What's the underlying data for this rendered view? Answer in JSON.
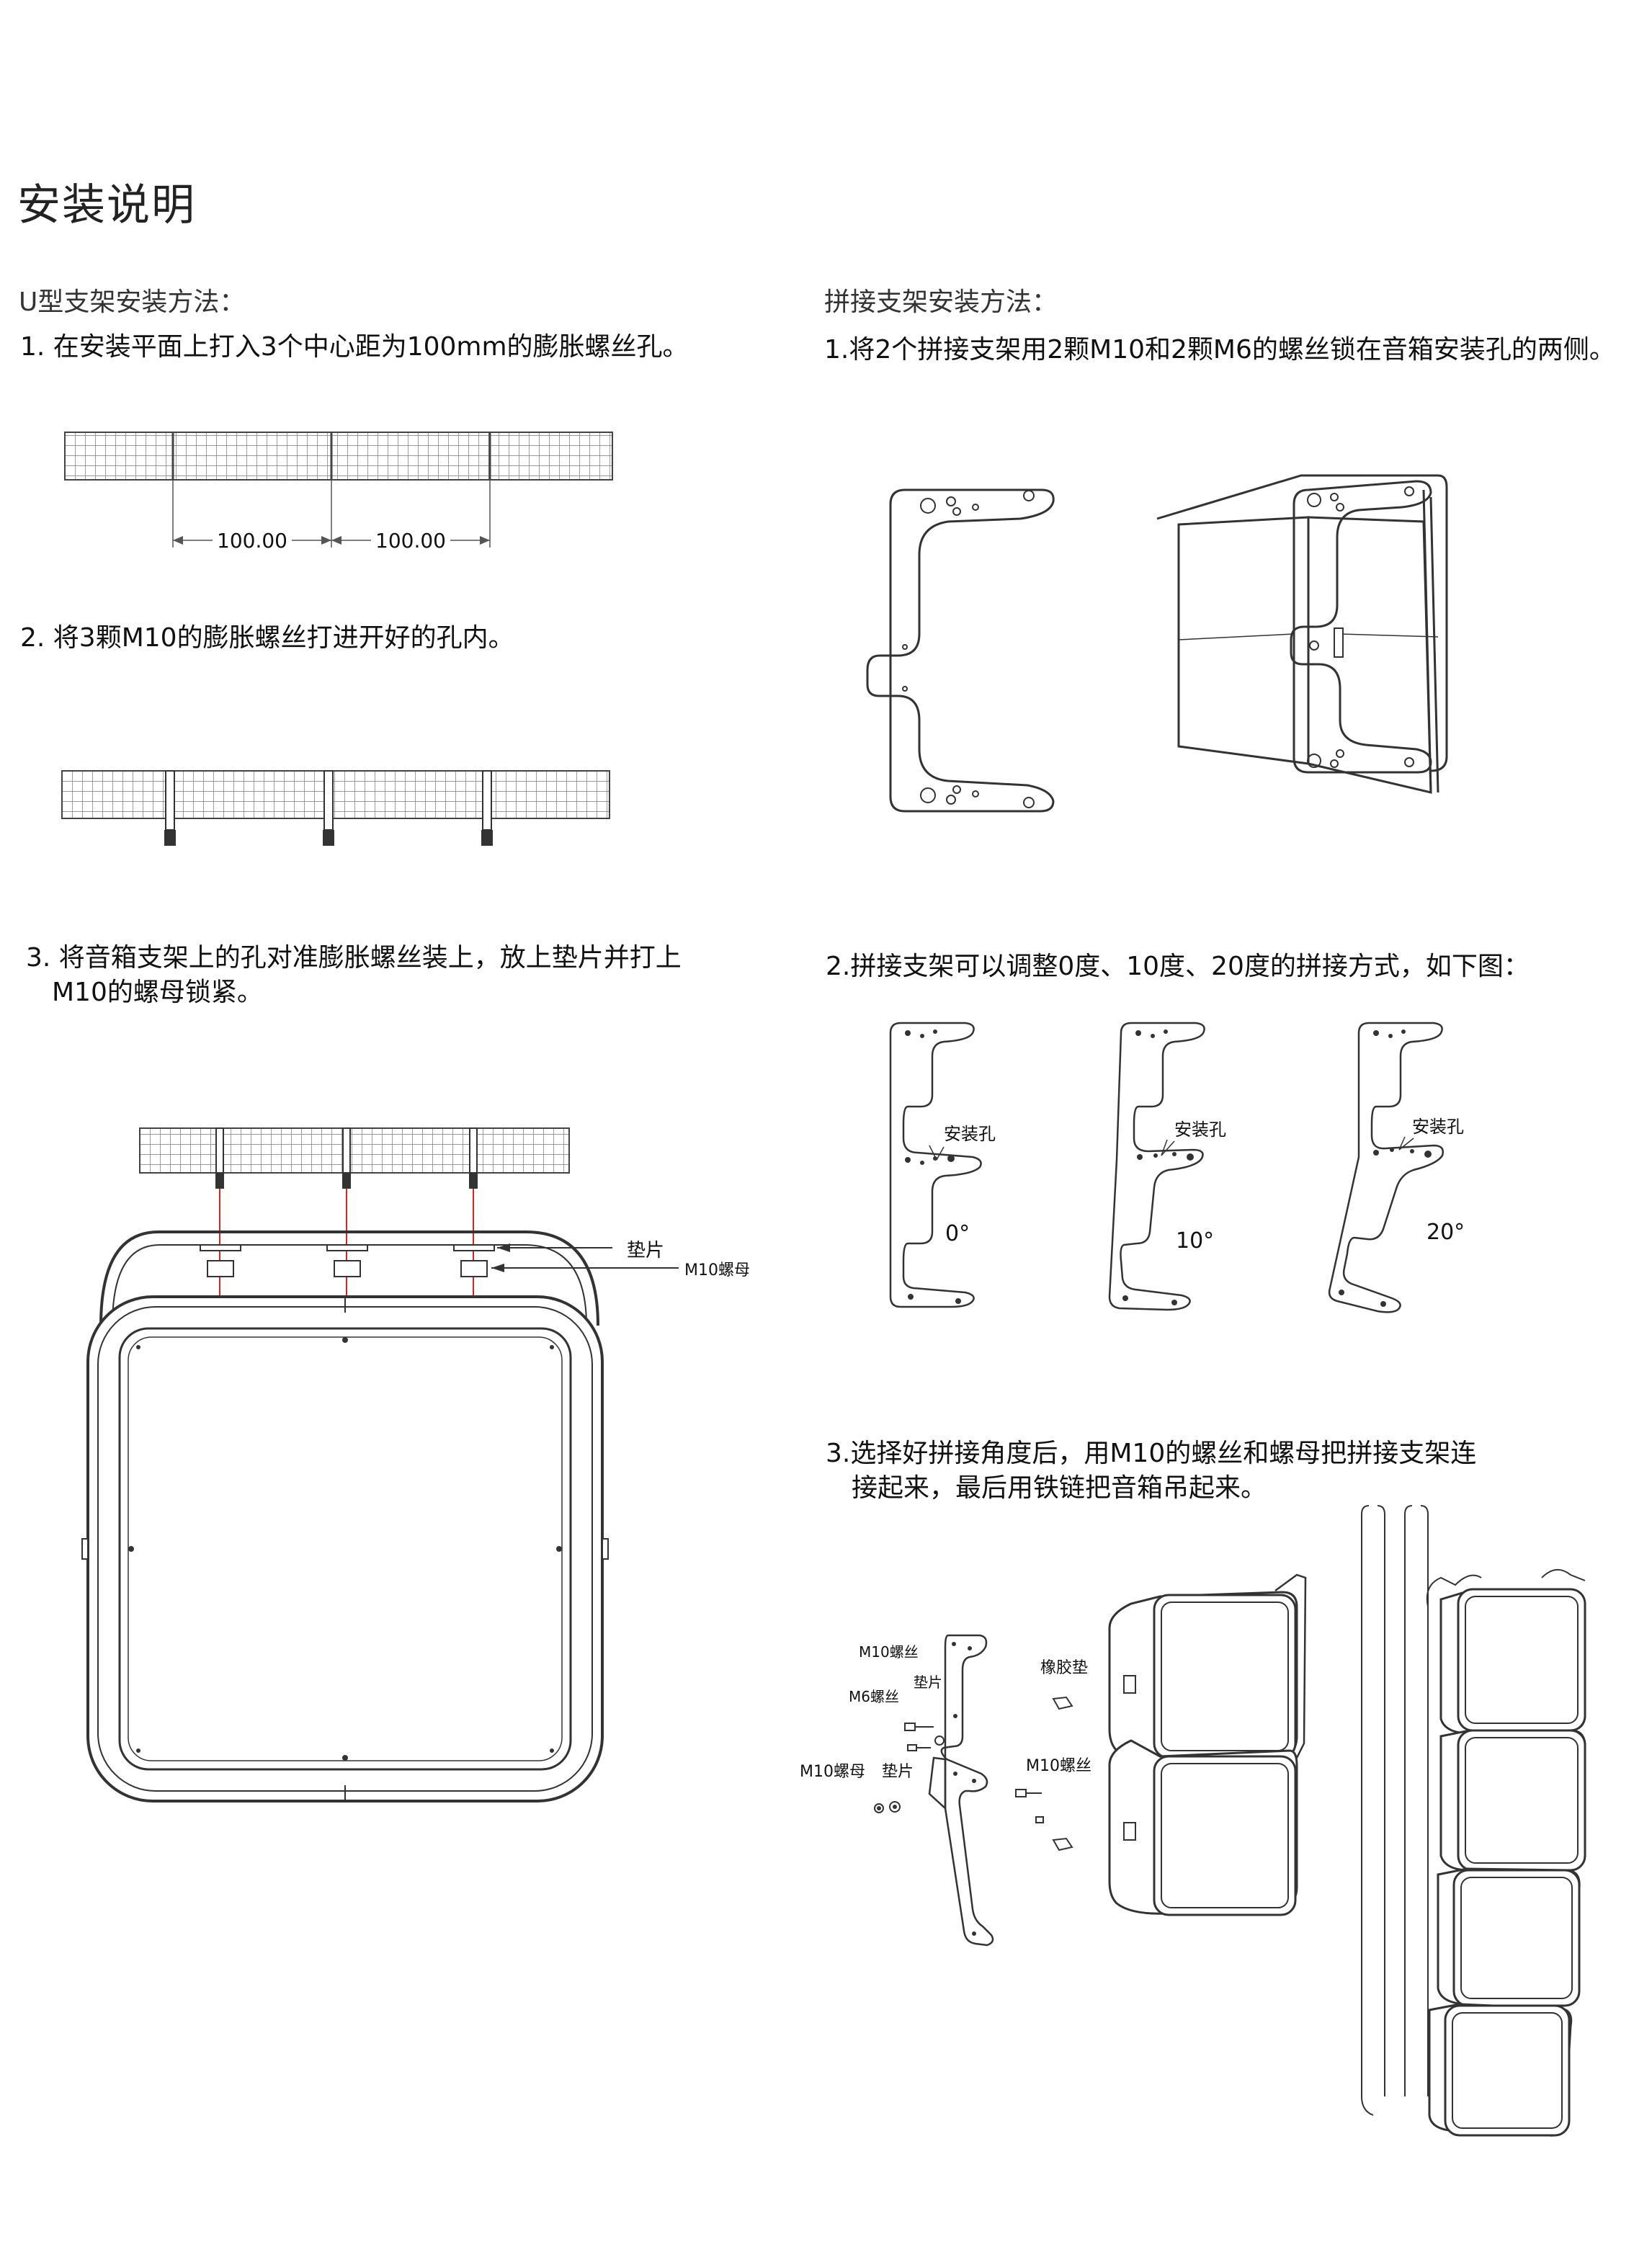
{
  "title": "安装说明",
  "left": {
    "heading": "U型支架安装方法：",
    "step1": "1. 在安装平面上打入3个中心距为100mm的膨胀螺丝孔。",
    "dim1": "100.00",
    "dim2": "100.00",
    "step2": "2. 将3颗M10的膨胀螺丝打进开好的孔内。",
    "step3_line1": "3. 将音箱支架上的孔对准膨胀螺丝装上，放上垫片并打上",
    "step3_line2": "M10的螺母锁紧。",
    "label_washer": "垫片",
    "label_nut": "M10螺母"
  },
  "right": {
    "heading": "拼接支架安装方法：",
    "step1": "1.将2个拼接支架用2颗M10和2颗M6的螺丝锁在音箱安装孔的两侧。",
    "step2": "2.拼接支架可以调整0度、10度、20度的拼接方式，如下图：",
    "hole_label_1": "安装孔",
    "hole_label_2": "安装孔",
    "hole_label_3": "安装孔",
    "angle_0": "0°",
    "angle_10": "10°",
    "angle_20": "20°",
    "step3_line1": "3.选择好拼接角度后，用M10的螺丝和螺母把拼接支架连",
    "step3_line2": "接起来，最后用铁链把音箱吊起来。",
    "parts": {
      "m10_screw": "M10螺丝",
      "m6_screw": "M6螺丝",
      "washer_a": "垫片",
      "m10_nut": "M10螺母",
      "washer_b": "垫片",
      "rubber_pad": "橡胶垫",
      "m10_screw_b": "M10螺丝"
    }
  }
}
